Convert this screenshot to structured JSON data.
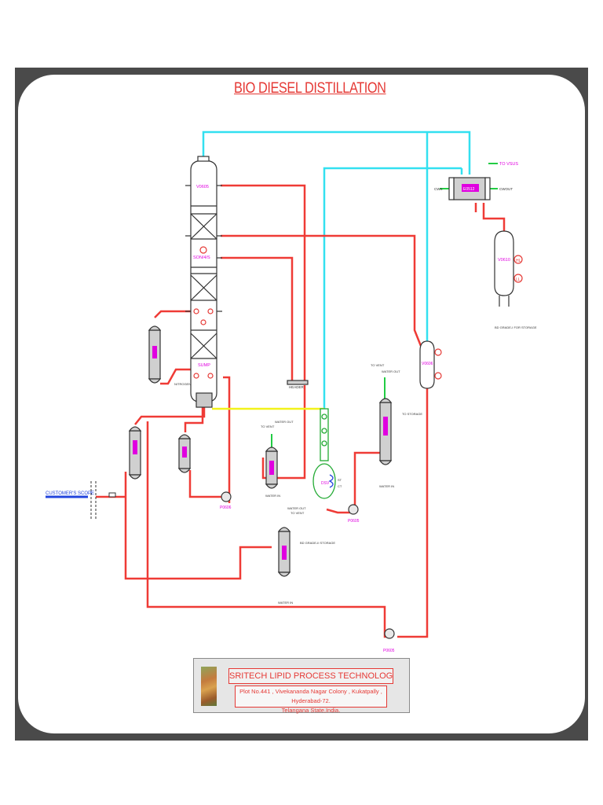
{
  "title": "BIO DIESEL DISTILLATION",
  "equipment_tags": {
    "column_top": "V0605",
    "column_mid": "SON/4/S",
    "column_sump": "SUMP",
    "overhead_condenser": "E0512",
    "receiver_right": "V0610",
    "receiver_mid": "V0606",
    "pump_left": "P0606",
    "pump_mid": "P0605",
    "pump_bottom": "P0605",
    "vessel_green": "DSV",
    "to_vacuum": "TO VSUS",
    "level_hl": "HL",
    "level_ll": "LL",
    "cws": "CWS",
    "cwr": "CWOUT",
    "header": "HEADER",
    "nitrogen": "NITROGEN",
    "st": "ST",
    "ct": "CT"
  },
  "stream_labels": {
    "customers_scope": "CUSTOMER'S SCOPE",
    "water_out_1": "WATER OUT",
    "water_in_1": "WATER IN",
    "to_vent_1": "TO VENT",
    "water_out_2": "WATER OUT",
    "water_in_2": "WATER IN",
    "to_vent_2": "TO VENT",
    "water_out_3": "WATER OUT",
    "water_in_3": "WATER IN",
    "to_vent_3": "TO VENT",
    "to_storage": "TO STORAGE",
    "storage_bd2": "BD GRADE-II STORAGE",
    "storage_bd1": "BD GRADE-I FOR STORAGE"
  },
  "company": {
    "name": "SRITECH LIPID PROCESS TECHNOLOGIES PVT.LTD.",
    "address_line1": "Plot No.441 , Vivekananda Nagar Colony , Kukatpally , Hyderabad-72.",
    "address_line2": "Telangana State,India."
  },
  "colors": {
    "hot_line": "#ef3b36",
    "vapour_line": "#33e0f0",
    "feed_line": "#2244dd",
    "transfer_line": "#f2f21a",
    "vent_line": "#22cc44",
    "equipment_outline": "#333333",
    "equipment_fill": "#d0d0d0",
    "tag_color": "#e000e0",
    "text_red": "#e53935"
  }
}
